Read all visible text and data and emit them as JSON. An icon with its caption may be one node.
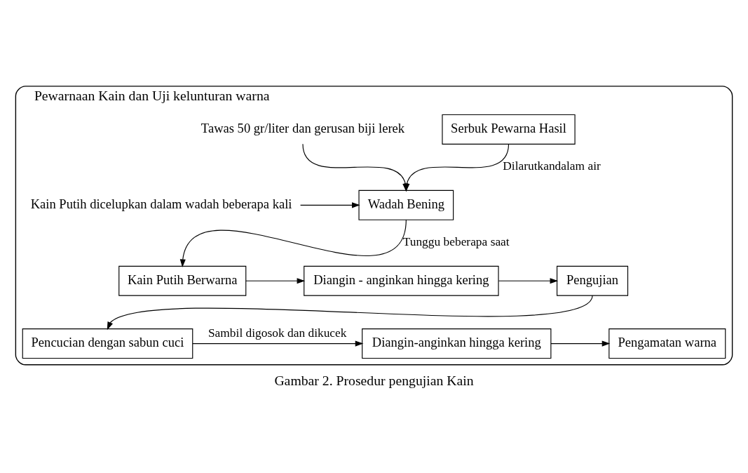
{
  "diagram": {
    "caption": "Gambar 2. Prosedur pengujian Kain",
    "nodes": [
      {
        "text": [
          "Pewarnaan Kain dan Uji kelunturan warna"
        ]
      },
      {
        "text": [
          "Serbuk Pewarna Hasil"
        ],
        "in": 0
      },
      {
        "text": [
          "Tawas 50 gr/liter dan gerusan biji lerek"
        ],
        "in": 0
      },
      {
        "text": [
          "Wadah Bening"
        ],
        "in": 0
      },
      {
        "text": [
          "Kain Putih dicelupkan dalam wadah beberapa kali"
        ],
        "in": 0
      },
      {
        "text": [
          "Kain Putih Berwarna"
        ],
        "in": 0
      },
      {
        "text": [
          "Diangin - anginkan hingga kering"
        ],
        "in": 0
      },
      {
        "text": [
          "Pengujian"
        ],
        "in": 0
      },
      {
        "text": [
          "Pencucian dengan sabun cuci"
        ],
        "in": 0
      },
      {
        "text": [
          "Diangin-anginkan hingga kering"
        ],
        "in": 0
      },
      {
        "text": [
          "Pengamatan warna"
        ],
        "in": 0
      }
    ],
    "edges": [
      {
        "from": 1,
        "to": 3,
        "arrow": "to",
        "label": "Dilarutkandalam air"
      },
      {
        "from": 2,
        "to": 3,
        "arrow": "to"
      },
      {
        "from": 4,
        "to": 3,
        "arrow": "to"
      },
      {
        "from": 3,
        "to": 5,
        "arrow": "to",
        "label": "Tunggu beberapa saat"
      },
      {
        "from": 5,
        "to": 6,
        "arrow": "to"
      },
      {
        "from": 6,
        "to": 7,
        "arrow": "to"
      },
      {
        "from": 7,
        "to": 8,
        "arrow": "to"
      },
      {
        "from": 8,
        "to": 9,
        "arrow": "to",
        "label": "Sambil digosok dan dikucek"
      },
      {
        "from": 9,
        "to": 10,
        "arrow": "to"
      }
    ]
  }
}
